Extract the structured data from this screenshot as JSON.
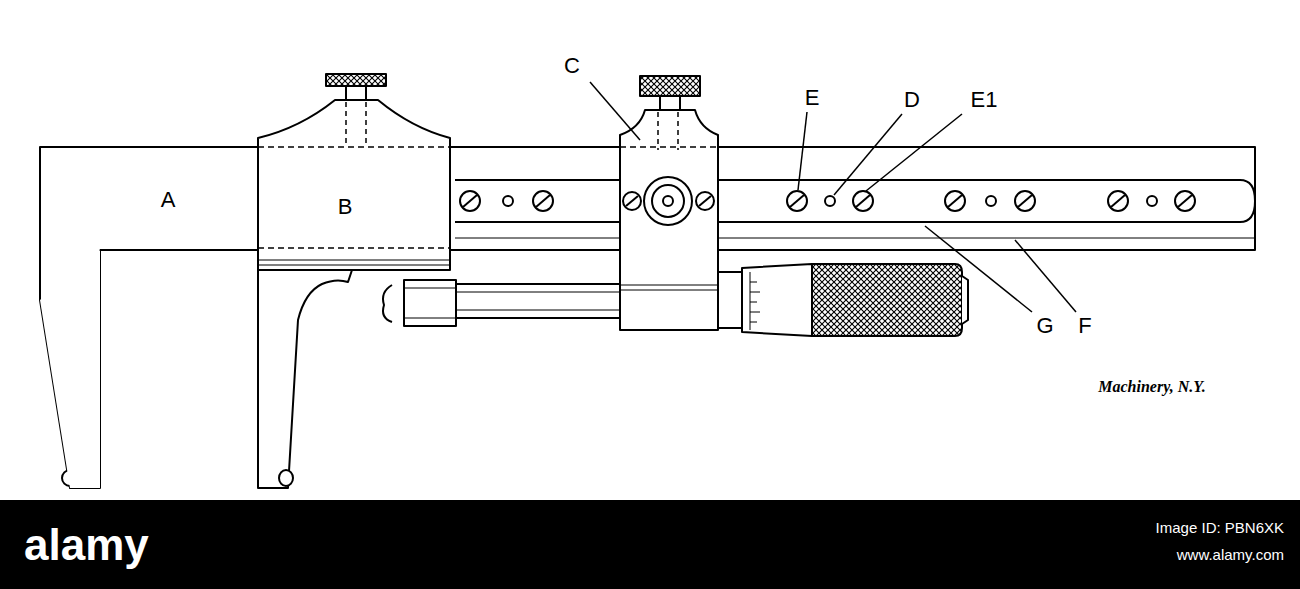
{
  "diagram": {
    "labels": [
      "A",
      "B",
      "C",
      "E",
      "D",
      "E1",
      "G",
      "F",
      "Machinery, N.Y.",
      "alamy",
      "Image ID: PBN6XK",
      "www.alamy.com"
    ]
  }
}
